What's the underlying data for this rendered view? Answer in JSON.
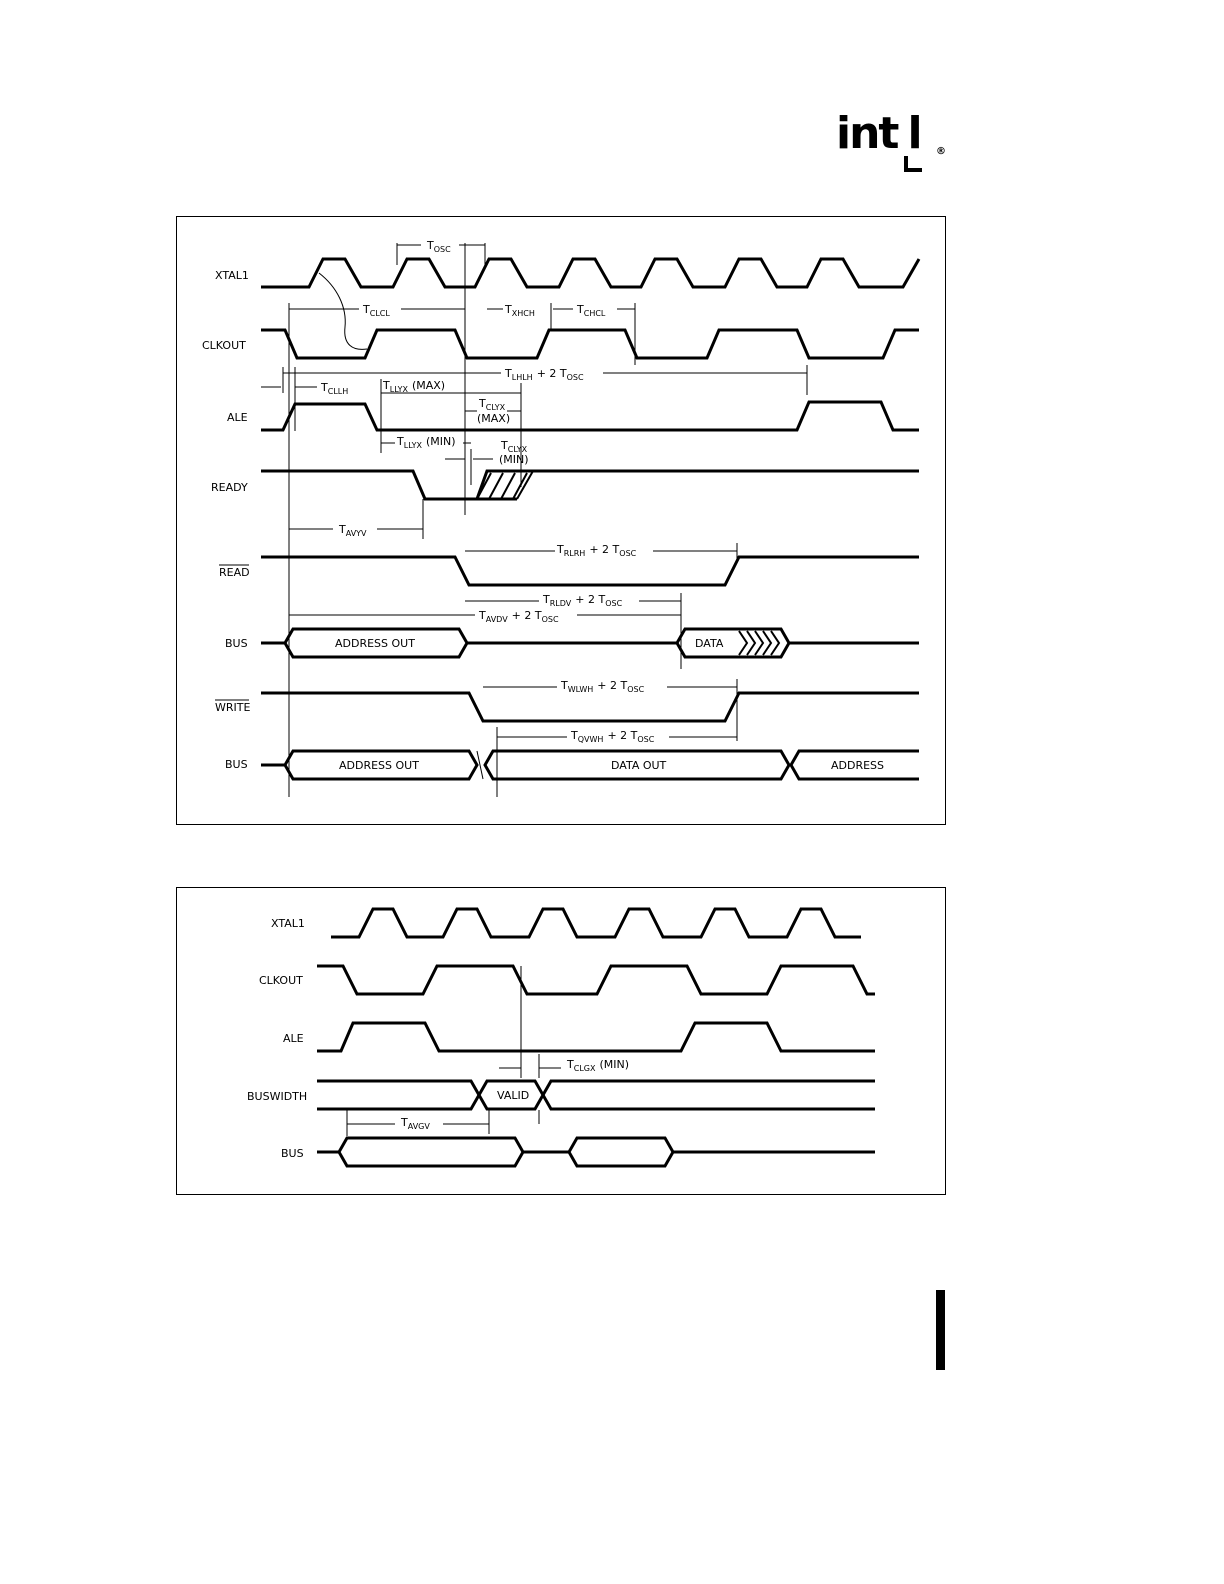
{
  "logo": {
    "text": "int",
    "text_tail": "l",
    "registered": "®"
  },
  "diagram1": {
    "signals": [
      "XTAL1",
      "CLKOUT",
      "ALE",
      "READY",
      "READ",
      "BUS",
      "WRITE",
      "BUS"
    ],
    "timing": {
      "tosc": {
        "main": "T",
        "sub": "OSC"
      },
      "tclcl": {
        "main": "T",
        "sub": "CLCL"
      },
      "txhch": {
        "main": "T",
        "sub": "XHCH"
      },
      "tchcl": {
        "main": "T",
        "sub": "CHCL"
      },
      "tlhlh": {
        "main": "T",
        "sub": "LHLH",
        "suffix": "+ 2 T",
        "suffix_sub": "OSC"
      },
      "tcllh": {
        "main": "T",
        "sub": "CLLH"
      },
      "tllyx_max": {
        "main": "T",
        "sub": "LLYX",
        "suffix": "(MAX)"
      },
      "tclyx_max": {
        "main": "T",
        "sub": "CLYX",
        "suffix": "(MAX)"
      },
      "tllyx_min": {
        "main": "T",
        "sub": "LLYX",
        "suffix": "(MIN)"
      },
      "tclyx_min": {
        "main": "T",
        "sub": "CLYX",
        "suffix": "(MIN)"
      },
      "tavyv": {
        "main": "T",
        "sub": "AVYV"
      },
      "trlrh": {
        "main": "T",
        "sub": "RLRH",
        "suffix": "+ 2 T",
        "suffix_sub": "OSC"
      },
      "trldv": {
        "main": "T",
        "sub": "RLDV",
        "suffix": "+ 2 T",
        "suffix_sub": "OSC"
      },
      "tavdv": {
        "main": "T",
        "sub": "AVDV",
        "suffix": "+ 2 T",
        "suffix_sub": "OSC"
      },
      "twlwh": {
        "main": "T",
        "sub": "WLWH",
        "suffix": "+ 2 T",
        "suffix_sub": "OSC"
      },
      "tqvwh": {
        "main": "T",
        "sub": "QVWH",
        "suffix": "+ 2 T",
        "suffix_sub": "OSC"
      }
    },
    "bus_read": {
      "address": "ADDRESS OUT",
      "data": "DATA"
    },
    "bus_write": {
      "address": "ADDRESS OUT",
      "data": "DATA OUT",
      "next": "ADDRESS"
    }
  },
  "diagram2": {
    "signals": [
      "XTAL1",
      "CLKOUT",
      "ALE",
      "BUSWIDTH",
      "BUS"
    ],
    "valid": "VALID",
    "timing": {
      "tclgx": {
        "main": "T",
        "sub": "CLGX",
        "suffix": "(MIN)"
      },
      "tavgv": {
        "main": "T",
        "sub": "AVGV"
      }
    }
  }
}
